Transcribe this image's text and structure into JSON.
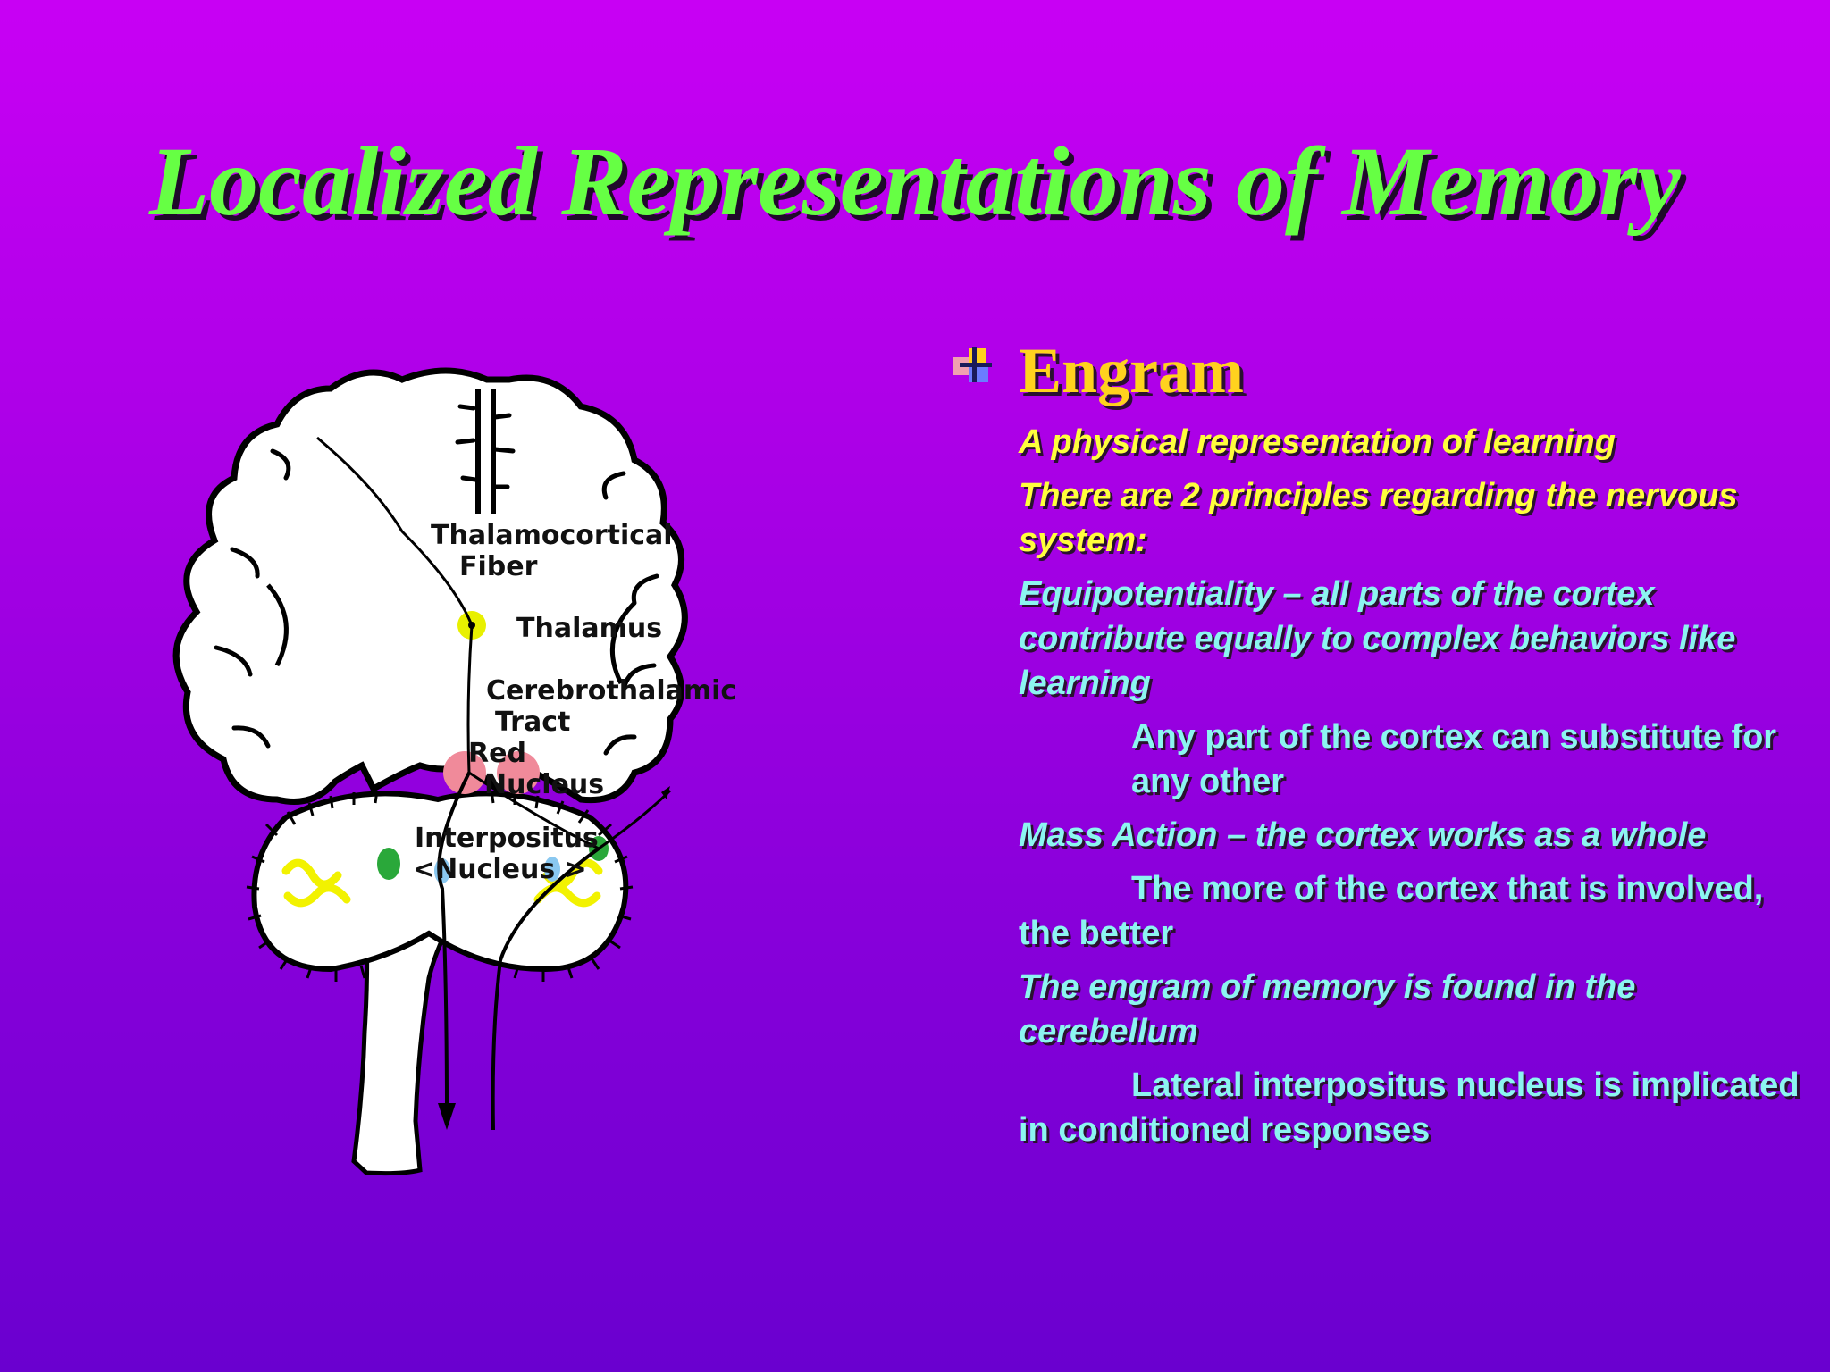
{
  "slide": {
    "title": "Localized Representations of Memory"
  },
  "diagram": {
    "labels": {
      "thalamocortical": "Thalamocortical",
      "fiber": "Fiber",
      "thalamus": "Thalamus",
      "cerebrothalamic": "Cerebrothalamic",
      "tract": "Tract",
      "red": "Red",
      "nucleus_red": "Nucleus",
      "interpositus": "Interpositus",
      "nucleus_interpositus": "<Nucleus  >"
    },
    "colors": {
      "thalamus": "#e8f000",
      "red_nucleus": "#f08a9a",
      "interpositus_green": "#2aa83a",
      "interpositus_blue": "#8ac8f0",
      "cerebellar_folia": "#f2f200"
    }
  },
  "engram": {
    "heading": "Engram",
    "bullet_icon": "square-cross-bullet-icon",
    "items": [
      "A physical representation of learning",
      "There are 2 principles regarding the nervous system:",
      "Equipotentiality – all parts of the cortex contribute equally to complex behaviors like learning",
      "Any part of the cortex can substitute for  any other",
      "Mass Action – the cortex works as a whole",
      "The more of the cortex that is involved, the better",
      "The engram of memory is found in the cerebellum",
      "Lateral interpositus nucleus is implicated in conditioned responses"
    ]
  },
  "colors": {
    "background_top": "#c800f4",
    "background_bottom": "#6a00cf",
    "title": "#66ff44",
    "heading": "#ffd21e",
    "yellow_text": "#ffff3c",
    "cyan_text": "#8cf5f0"
  }
}
